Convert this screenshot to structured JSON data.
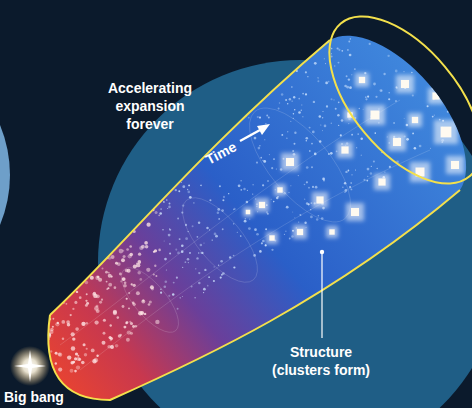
{
  "diagram": {
    "labels": [
      "Accelerating expansion forever",
      "Time",
      "Structure (clusters form)",
      "Big bang"
    ]
  }
}
